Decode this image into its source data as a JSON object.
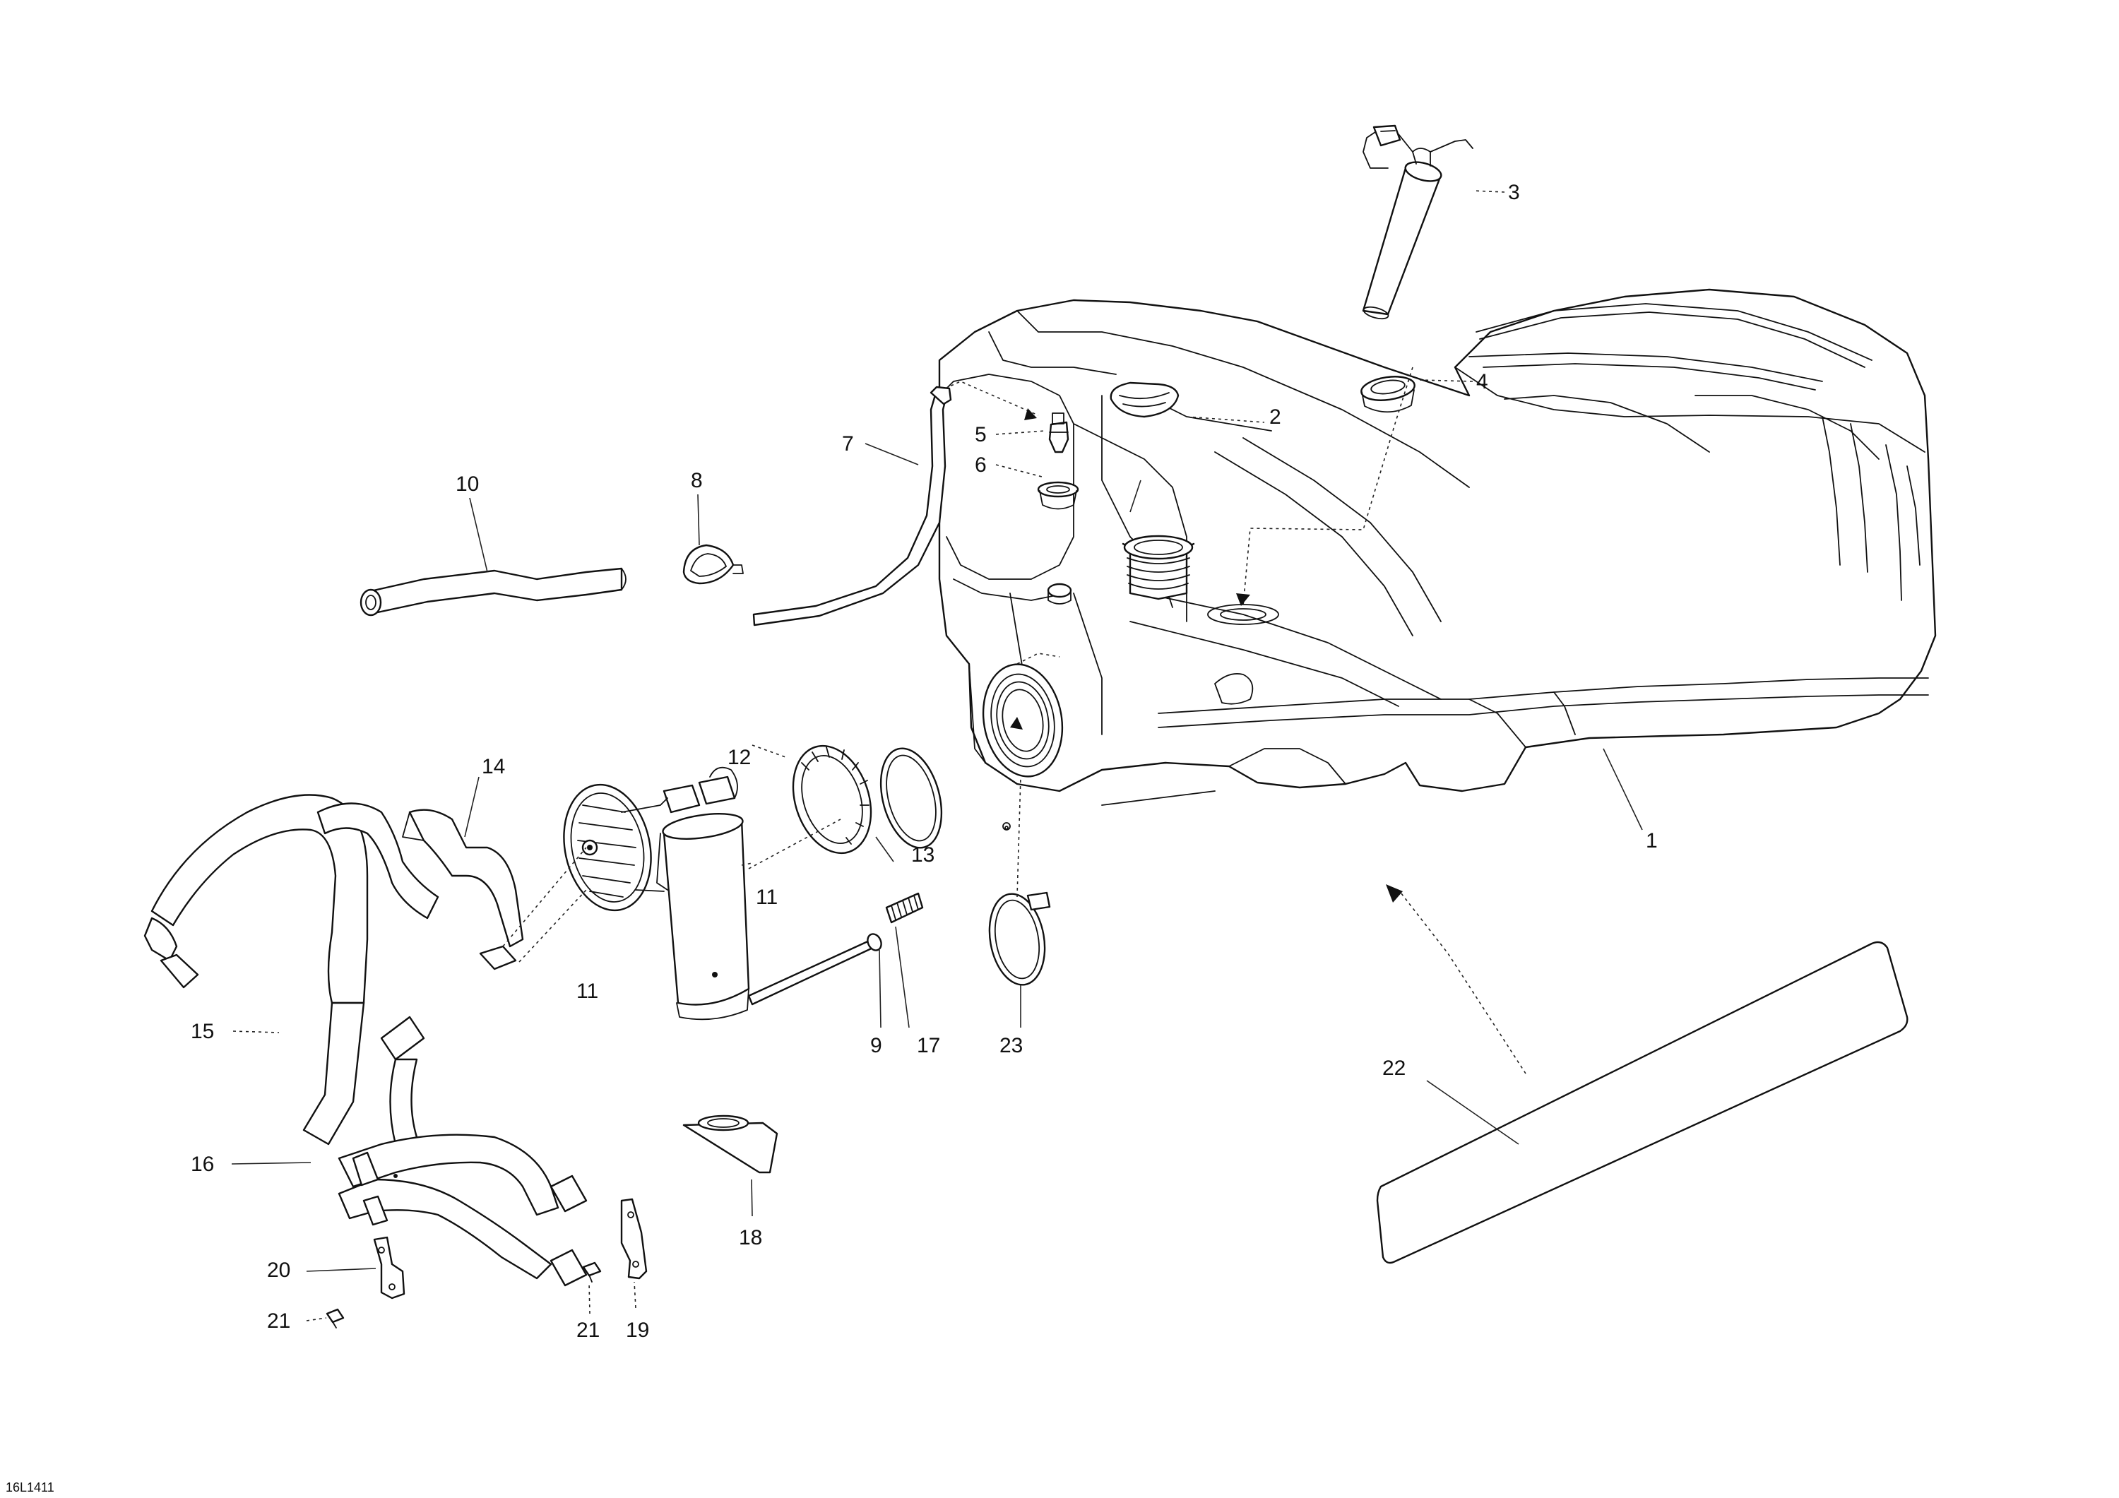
{
  "diagram": {
    "reference_code": "16L1411",
    "callouts": {
      "c1": "1",
      "c2": "2",
      "c3": "3",
      "c4": "4",
      "c5": "5",
      "c6": "6",
      "c7": "7",
      "c8": "8",
      "c9": "9",
      "c10": "10",
      "c11a": "11",
      "c11b": "11",
      "c12": "12",
      "c13": "13",
      "c14": "14",
      "c15": "15",
      "c16": "16",
      "c17": "17",
      "c18": "18",
      "c19": "19",
      "c20": "20",
      "c21a": "21",
      "c21b": "21",
      "c22": "22",
      "c23": "23"
    }
  }
}
